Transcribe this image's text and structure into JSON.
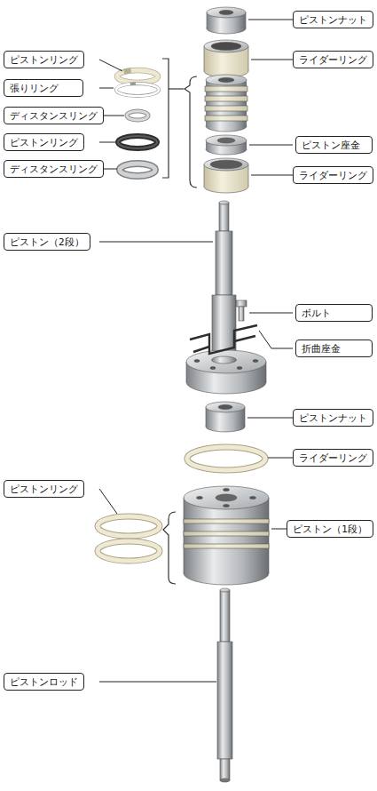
{
  "diagram": {
    "nodes": [
      {
        "text": [
          "ピストンナット"
        ]
      },
      {
        "text": [
          "ピストンリング"
        ]
      },
      {
        "text": [
          "ライダーリング"
        ]
      },
      {
        "text": [
          "張りリング"
        ]
      },
      {
        "text": [
          "ディスタンスリング"
        ]
      },
      {
        "text": [
          "ピストンリング"
        ]
      },
      {
        "text": [
          "ピストン座金"
        ]
      },
      {
        "text": [
          "ディスタンスリング"
        ]
      },
      {
        "text": [
          "ライダーリング"
        ]
      },
      {
        "text": [
          "ピストン（2段）"
        ]
      },
      {
        "text": [
          "ボルト"
        ]
      },
      {
        "text": [
          "折曲座金"
        ]
      },
      {
        "text": [
          "ピストンナット"
        ]
      },
      {
        "text": [
          "ライダーリング"
        ]
      },
      {
        "text": [
          "ピストンリング"
        ]
      },
      {
        "text": [
          "ピストン（1段）"
        ]
      },
      {
        "text": [
          "ピストンロッド"
        ]
      }
    ]
  }
}
